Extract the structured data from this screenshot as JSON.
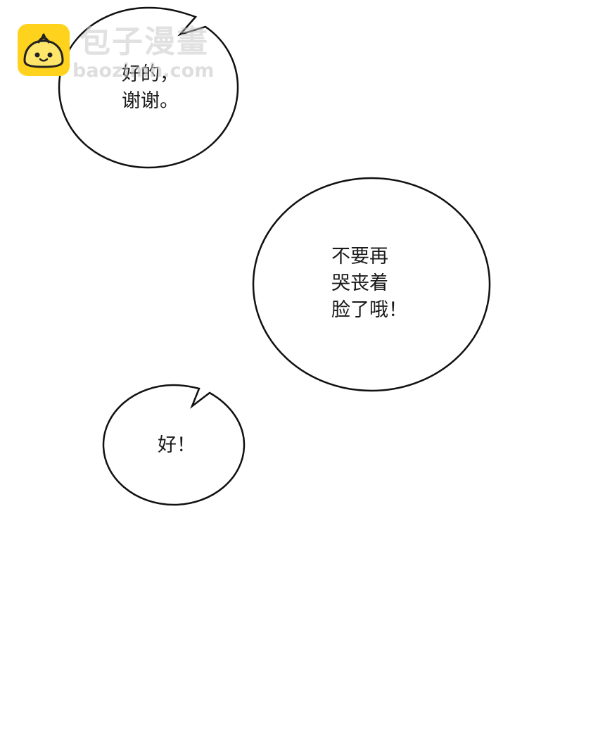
{
  "watermark": {
    "title": "包子漫畫",
    "url": "baozimh.com",
    "logo_icon": "baozi-bun-icon",
    "logo_color": "#ffd21e"
  },
  "bubbles": [
    {
      "text": "好的，\n谢谢。"
    },
    {
      "text": "不要再\n哭丧着\n脸了哦！"
    },
    {
      "text": "好！"
    }
  ]
}
